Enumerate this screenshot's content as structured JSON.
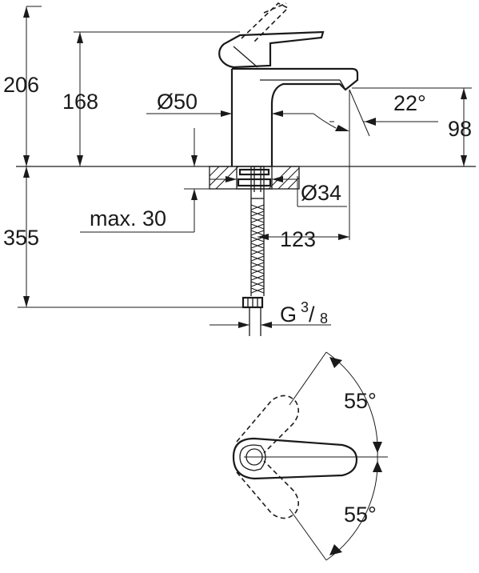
{
  "dimensions": {
    "total_height": "206",
    "spout_height": "168",
    "body_diameter": "Ø50",
    "spout_angle": "22°",
    "outlet_height": "98",
    "hole_diameter": "Ø34",
    "max_thickness": "max. 30",
    "hose_length": "355",
    "projection": "123",
    "thread_letter": "G",
    "thread_num": "3",
    "thread_den": "8",
    "rotation_left": "55°",
    "rotation_right": "55°"
  }
}
